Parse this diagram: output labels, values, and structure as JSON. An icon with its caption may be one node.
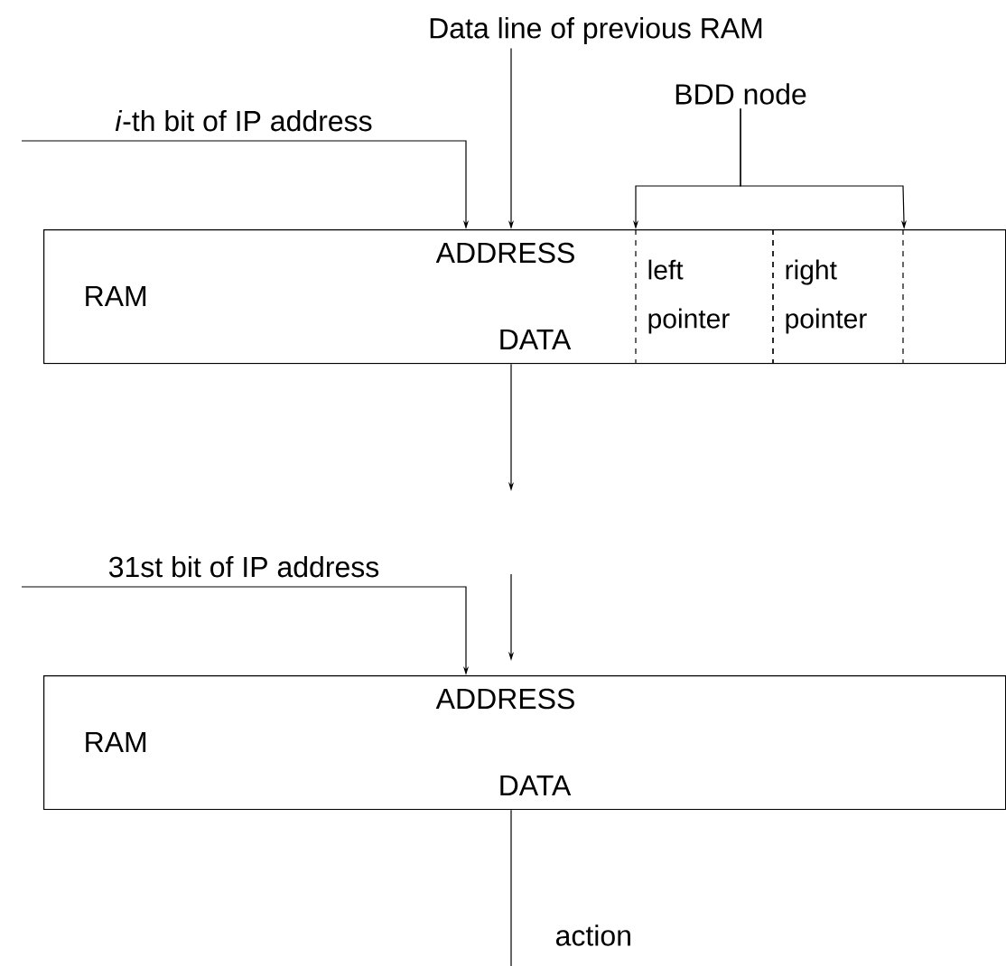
{
  "diagram": {
    "nodes": [
      {
        "text": [
          "RAM",
          "ADDRESS",
          "DATA"
        ]
      },
      {
        "text": [
          "left pointer"
        ],
        "in": 0
      },
      {
        "text": [
          "right pointer"
        ],
        "in": 0
      },
      {
        "text": [
          "BDD node"
        ]
      },
      {
        "text": [
          "Data line of previous RAM"
        ]
      },
      {
        "text": [
          "RAM",
          "ADDRESS",
          "DATA"
        ]
      }
    ],
    "edges": [
      {
        "from": 4,
        "to": 0,
        "arrow": "to"
      },
      {
        "from": null,
        "to": 0,
        "arrow": "to",
        "label": "*i*-th bit of IP address"
      },
      {
        "from": 3,
        "to": 1,
        "arrow": "to"
      },
      {
        "from": 3,
        "to": 2,
        "arrow": "to"
      },
      {
        "from": 0,
        "to": null,
        "arrow": "to"
      },
      {
        "from": null,
        "to": 5,
        "arrow": "to"
      },
      {
        "from": null,
        "to": 5,
        "arrow": "to",
        "label": "31st bit of IP address"
      },
      {
        "from": 5,
        "to": null,
        "arrow": "none",
        "label": "action"
      }
    ]
  }
}
